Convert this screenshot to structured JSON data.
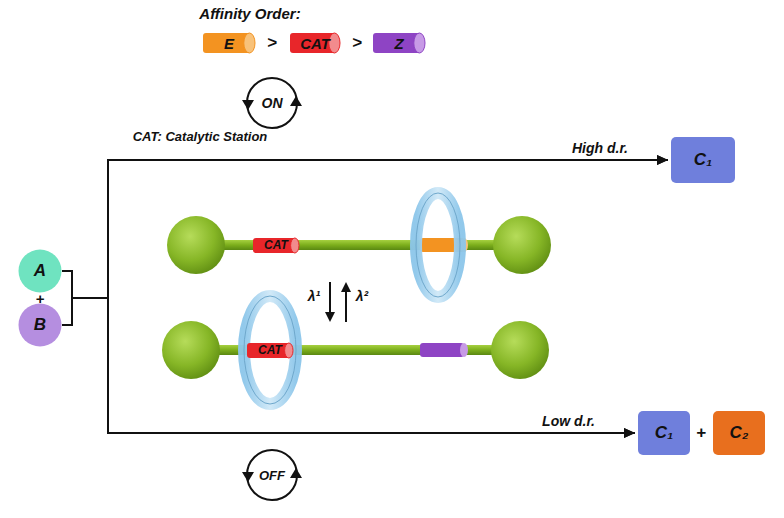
{
  "diagram": {
    "nodes": [
      {
        "text": [
          "E"
        ]
      },
      {
        "text": [
          "CAT"
        ]
      },
      {
        "text": [
          "Z"
        ]
      },
      {
        "text": [
          "C₁"
        ]
      },
      {
        "text": [
          "A"
        ]
      },
      {
        "text": [
          "B"
        ]
      },
      {
        "text": [
          "CAT"
        ]
      },
      {
        "text": [
          "CAT"
        ]
      },
      {
        "text": [
          "C₁"
        ]
      },
      {
        "text": [
          "C₂"
        ]
      }
    ],
    "edges": [
      {
        "from": 4,
        "to": 3,
        "arrow": "to",
        "label": "High d.r."
      },
      {
        "from": 5,
        "to": 3,
        "arrow": "to"
      },
      {
        "from": 4,
        "to": 8,
        "arrow": "to",
        "label": "Low d.r."
      },
      {
        "from": 5,
        "to": 8,
        "arrow": "to"
      }
    ],
    "labels": [
      "Affinity Order:",
      ">",
      ">",
      "ON",
      "CAT: Catalytic Station",
      "+",
      "λ¹",
      "λ²",
      "OFF",
      "+"
    ]
  }
}
